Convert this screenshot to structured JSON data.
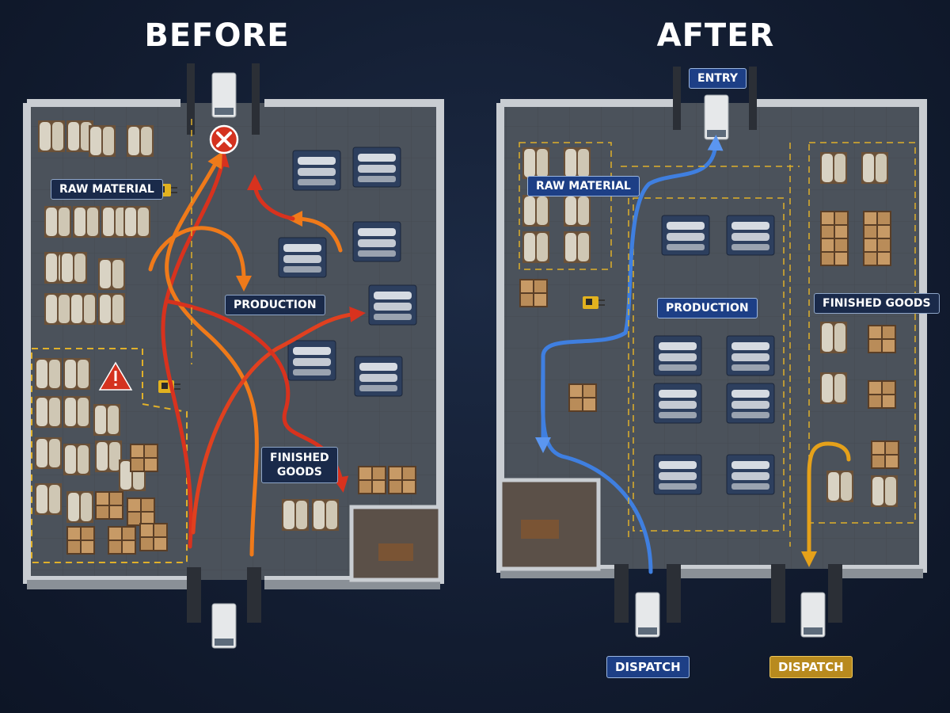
{
  "before": {
    "title": "BEFORE",
    "labels": {
      "raw_material": "RAW MATERIAL",
      "production": "PRODUCTION",
      "finished_goods": "FINISHED\nGOODS"
    }
  },
  "after": {
    "title": "AFTER",
    "labels": {
      "entry": "ENTRY",
      "raw_material": "RAW MATERIAL",
      "production": "PRODUCTION",
      "finished_goods": "FINISHED GOODS",
      "dispatch_1": "DISPATCH",
      "dispatch_2": "DISPATCH"
    }
  },
  "colors": {
    "floor": "#4b525b",
    "wall": "#c9cdd2",
    "red_path": "#d8321e",
    "orange_path": "#ef7a1a",
    "blue_path": "#3f7fe0",
    "amber_path": "#e5a11a",
    "zone_line": "#e0b02a"
  }
}
